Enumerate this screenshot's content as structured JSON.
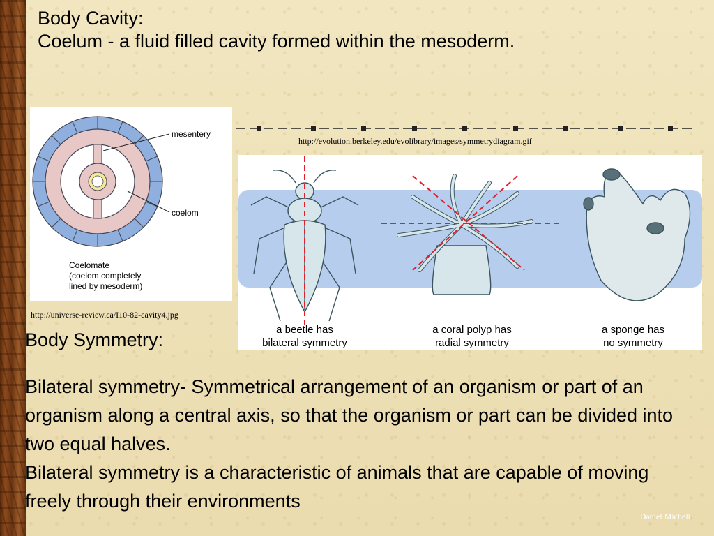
{
  "slide": {
    "heading_line1": "Body Cavity:",
    "heading_line2": "Coelum - a fluid filled cavity formed within the mesoderm.",
    "source_symmetry": "http://evolution.berkeley.edu/evolibrary/images/symmetrydiagram.gif",
    "source_cavity": "http://universe-review.ca/I10-82-cavity4.jpg",
    "section2_heading": "Body Symmetry:",
    "paragraph_line1": "Bilateral symmetry- Symmetrical arrangement of an organism or part of an organism along a central axis, so that the organism or part can be divided into two equal halves.",
    "paragraph_line2": "Bilateral symmetry is a characteristic of animals that are capable of moving freely through their environments",
    "footer": "Daniel Micheli"
  },
  "coelom_figure": {
    "label_mesentery": "mesentery",
    "label_coelom": "coelom",
    "caption_1": "Coelomate",
    "caption_2": "(coelom completely",
    "caption_3": "lined by mesoderm)"
  },
  "symmetry_figure": {
    "beetle_1": "a beetle has",
    "beetle_2": "bilateral symmetry",
    "coral_1": "a coral polyp has",
    "coral_2": "radial symmetry",
    "sponge_1": "a sponge has",
    "sponge_2": "no symmetry"
  },
  "colors": {
    "band": "#b7cdee",
    "axis": "#e0202a",
    "outer_ring": "#8fb0de",
    "tissue": "#e8c8c6"
  }
}
